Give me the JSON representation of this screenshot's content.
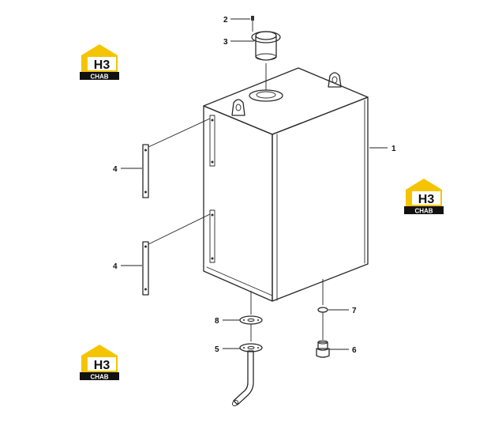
{
  "callouts": [
    {
      "id": "1",
      "label": "1"
    },
    {
      "id": "2",
      "label": "2"
    },
    {
      "id": "3",
      "label": "3"
    },
    {
      "id": "4a",
      "label": "4"
    },
    {
      "id": "4b",
      "label": "4"
    },
    {
      "id": "5",
      "label": "5"
    },
    {
      "id": "6",
      "label": "6"
    },
    {
      "id": "7",
      "label": "7"
    },
    {
      "id": "8",
      "label": "8"
    }
  ],
  "watermark": {
    "mark": "H3",
    "word": "CHAB",
    "color_yellow": "#f5c400",
    "color_black": "#111111"
  }
}
